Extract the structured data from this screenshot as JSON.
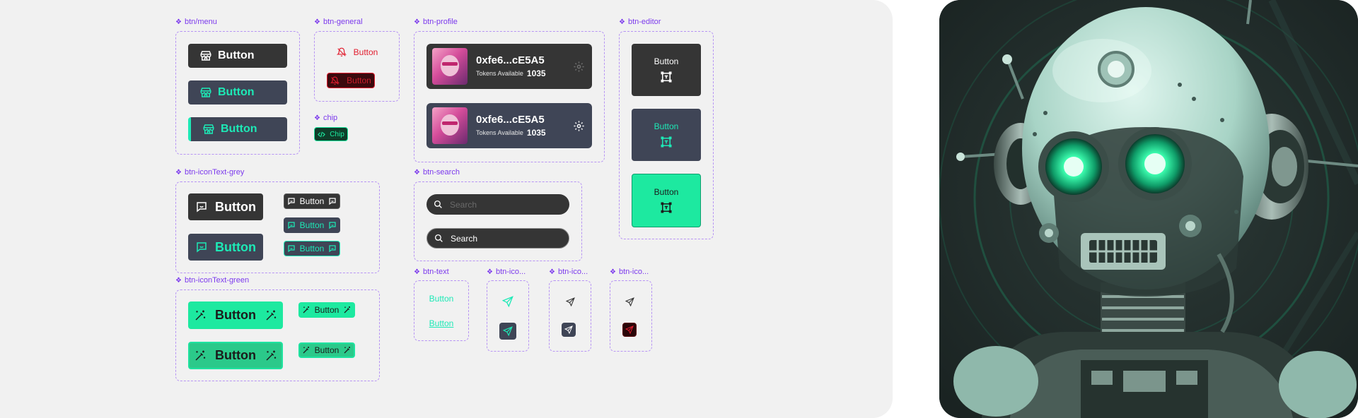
{
  "labels": {
    "btn_menu": "btn/menu",
    "btn_general": "btn-general",
    "chip": "chip",
    "btn_profile": "btn-profile",
    "btn_editor": "btn-editor",
    "btn_icontext_grey": "btn-iconText-grey",
    "btn_search": "btn-search",
    "btn_icontext_green": "btn-iconText-green",
    "btn_text": "btn-text",
    "btn_ico_1": "btn-ico...",
    "btn_ico_2": "btn-ico...",
    "btn_ico_3": "btn-ico..."
  },
  "menu_buttons": [
    "Button",
    "Button",
    "Button"
  ],
  "general_buttons": [
    "Button",
    "Button"
  ],
  "chip_label": "Chip",
  "profile": {
    "address": "0xfe6...cE5A5",
    "tokens_label": "Tokens Available",
    "tokens_value": "1035"
  },
  "editor_buttons": [
    "Button",
    "Button",
    "Button"
  ],
  "icontext_grey": {
    "large": [
      "Button",
      "Button"
    ],
    "small": [
      "Button",
      "Button",
      "Button"
    ]
  },
  "search": {
    "placeholder": "Search",
    "filled": "Search"
  },
  "icontext_green": {
    "large": [
      "Button",
      "Button"
    ],
    "small": [
      "Button",
      "Button"
    ]
  },
  "text_buttons": [
    "Button",
    "Button"
  ],
  "colors": {
    "accent_green": "#1de9b6",
    "slate": "#3f4556",
    "dark": "#353535",
    "danger": "#e11d2e",
    "label_purple": "#7c3aed"
  }
}
